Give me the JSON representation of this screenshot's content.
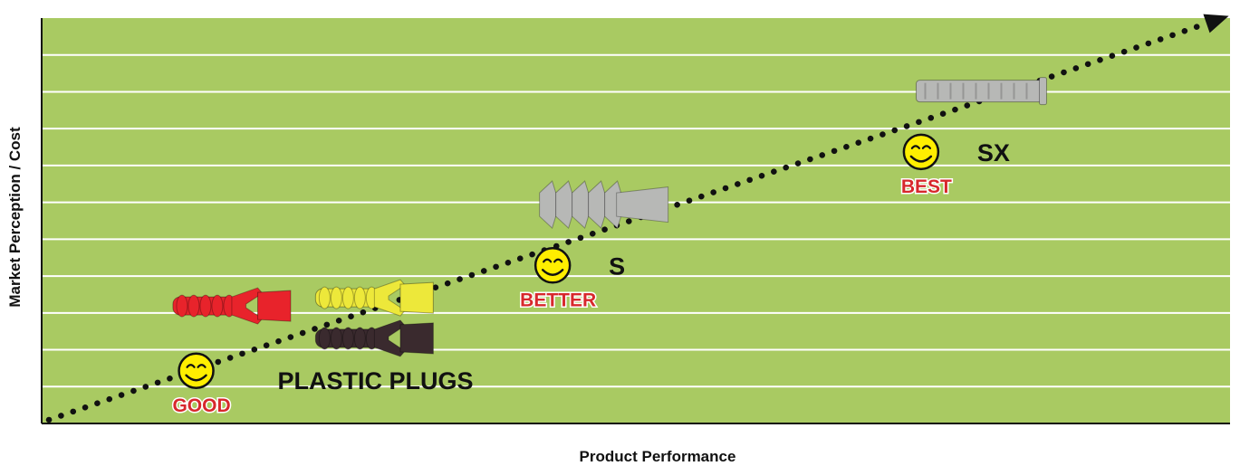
{
  "colors": {
    "plot_background": "#a9ca62",
    "grid_line": "#ffffff",
    "trend_dots": "#111111",
    "rating_text": "#d7282c",
    "smiley_fill": "#ffee00",
    "plug_red": "#e8232b",
    "plug_yellow": "#ede83a",
    "plug_brown": "#3a2a2e",
    "plug_grey": "#b7b8b6"
  },
  "chart_data": {
    "type": "scatter",
    "title": "",
    "xlabel": "Product Performance",
    "ylabel": "Market Perception / Cost",
    "xlim": [
      0,
      100
    ],
    "ylim": [
      0,
      100
    ],
    "grid": true,
    "legend": "none",
    "trend_line": {
      "style": "dotted-arrow",
      "from": [
        0,
        0
      ],
      "to": [
        100,
        100
      ]
    },
    "points": [
      {
        "product": "PLASTIC PLUGS",
        "rating": "GOOD",
        "x": 13,
        "y": 13
      },
      {
        "product": "S",
        "rating": "BETTER",
        "x": 43,
        "y": 39
      },
      {
        "product": "SX",
        "rating": "BEST",
        "x": 74,
        "y": 67
      }
    ],
    "products": [
      {
        "icon": "red-plastic-plug-icon",
        "color": "plug_red",
        "x": 16,
        "y": 29
      },
      {
        "icon": "yellow-plastic-plug-icon",
        "color": "plug_yellow",
        "x": 28,
        "y": 31
      },
      {
        "icon": "brown-plastic-plug-icon",
        "color": "plug_brown",
        "x": 28,
        "y": 21
      },
      {
        "icon": "s-plug-icon",
        "color": "plug_grey",
        "x": 47,
        "y": 54
      },
      {
        "icon": "sx-plug-icon",
        "color": "plug_grey",
        "x": 79,
        "y": 82
      }
    ]
  }
}
